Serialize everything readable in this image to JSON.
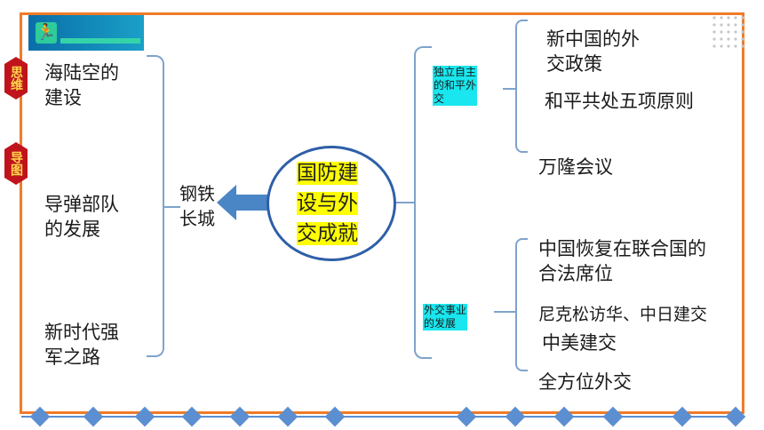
{
  "side_labels": {
    "top": "思维",
    "bottom": "导图"
  },
  "center": {
    "line1": "国防建",
    "line2": "设与外",
    "line3": "交成就"
  },
  "left_node": {
    "line1": "钢铁",
    "line2": "长城"
  },
  "left_items": [
    {
      "line1": "海陆空的",
      "line2": "建设"
    },
    {
      "line1": "导弹部队",
      "line2": "的发展"
    },
    {
      "line1": "新时代强",
      "line2": "军之路"
    }
  ],
  "right_upper": {
    "label": {
      "line1": "独立自主",
      "line2": "的和平外",
      "line3": "交"
    },
    "items": {
      "a1": "新中国的外",
      "a2": "交政策",
      "b": "和平共处五项原则",
      "c": "万隆会议"
    }
  },
  "right_lower": {
    "label": {
      "line1": "外交事业",
      "line2": "的发展"
    },
    "items": {
      "a1": "中国恢复在联合国的",
      "a2": "合法席位",
      "b": "尼克松访华、中日建交",
      "c": "中美建交",
      "d": "全方位外交"
    }
  },
  "colors": {
    "frame": "#f07b28",
    "accent": "#2e5fa8",
    "highlight": "#ffff00",
    "cyan": "#19e6ee",
    "side_label": "#c0141c"
  }
}
